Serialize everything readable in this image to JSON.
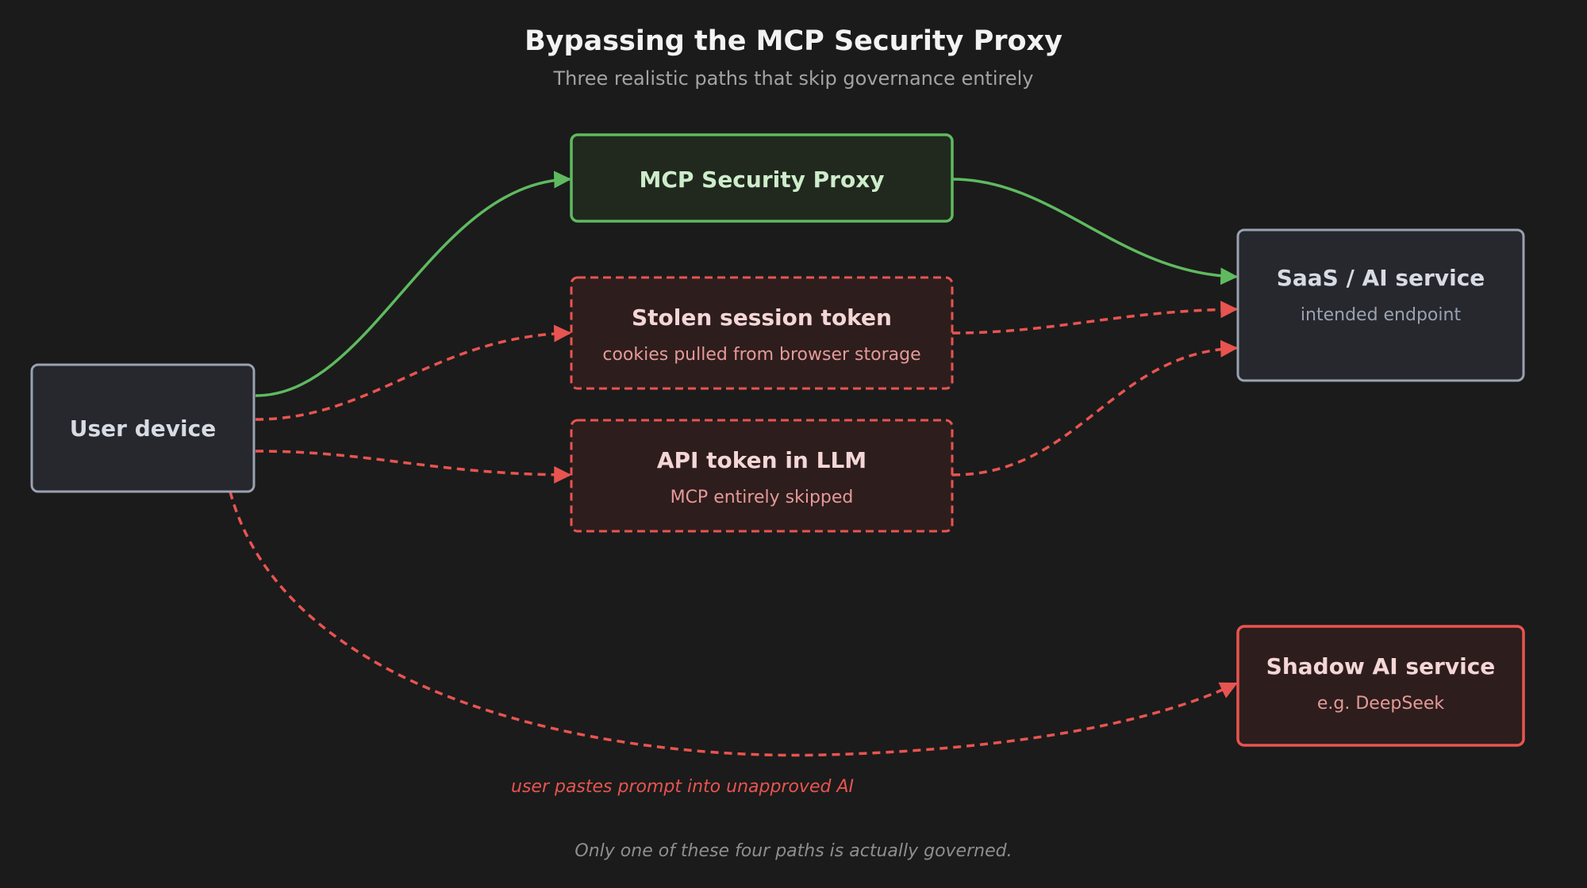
{
  "header": {
    "title": "Bypassing the MCP Security Proxy",
    "subtitle": "Three realistic paths that skip governance entirely"
  },
  "colors": {
    "background": "#1b1b1b",
    "governed": "#5fba5f",
    "bypass": "#e85450",
    "neutral_border": "#9aa2b1",
    "neutral_fill": "#26282d"
  },
  "nodes": {
    "user_device": {
      "title": "User device"
    },
    "proxy": {
      "title": "MCP Security Proxy"
    },
    "stolen_token": {
      "title": "Stolen session token",
      "subtitle": "cookies pulled from browser storage"
    },
    "api_token": {
      "title": "API token in LLM",
      "subtitle": "MCP entirely skipped"
    },
    "saas": {
      "title": "SaaS / AI service",
      "subtitle": "intended endpoint"
    },
    "shadow": {
      "title": "Shadow AI service",
      "subtitle": "e.g. DeepSeek"
    }
  },
  "edges": [
    {
      "from": "user_device",
      "to": "proxy",
      "style": "governed"
    },
    {
      "from": "proxy",
      "to": "saas",
      "style": "governed"
    },
    {
      "from": "user_device",
      "to": "stolen_token",
      "style": "bypass"
    },
    {
      "from": "stolen_token",
      "to": "saas",
      "style": "bypass"
    },
    {
      "from": "user_device",
      "to": "api_token",
      "style": "bypass"
    },
    {
      "from": "api_token",
      "to": "saas",
      "style": "bypass"
    },
    {
      "from": "user_device",
      "to": "shadow",
      "style": "bypass"
    }
  ],
  "labels": {
    "shadow_path": "user pastes prompt into unapproved AI",
    "footer": "Only one of these four paths is actually governed."
  }
}
